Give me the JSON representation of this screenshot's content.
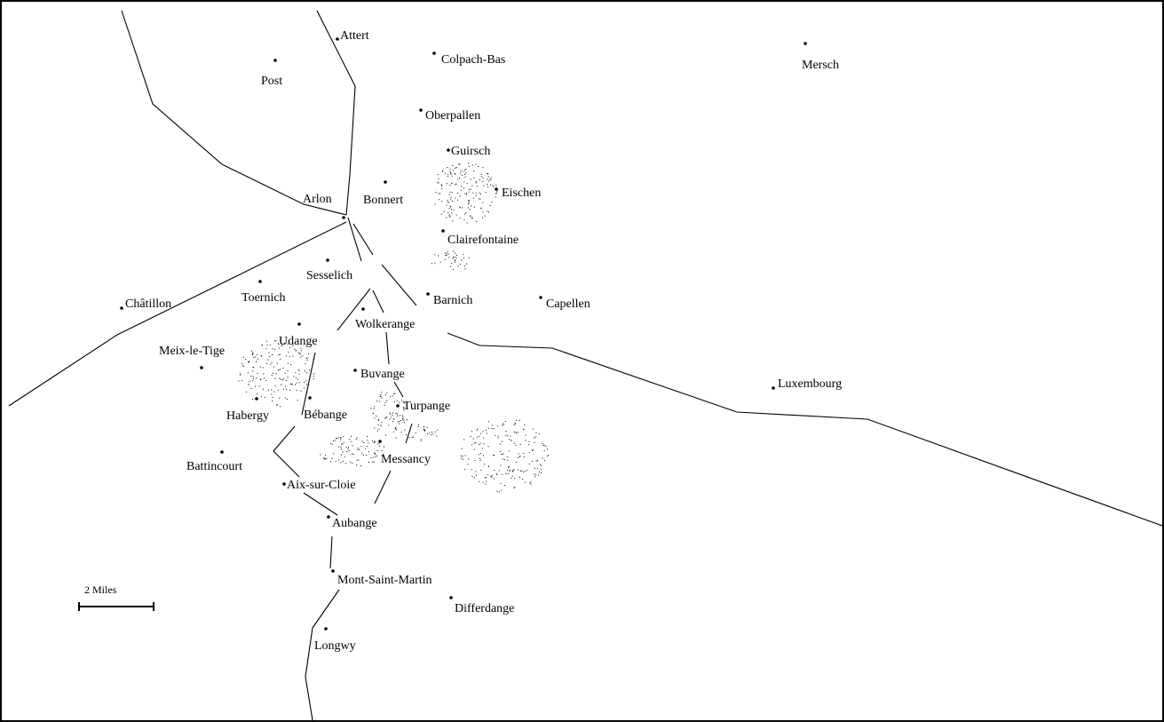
{
  "map": {
    "ink_color": "#000000",
    "background_color": "#ffffff",
    "places": [
      "Attert",
      "Post",
      "Colpach-Bas",
      "Mersch",
      "Oberpallen",
      "Guirsch",
      "Arlon",
      "Bonnert",
      "Eischen",
      "Clairefontaine",
      "Sesselich",
      "Châtillon",
      "Toernich",
      "Barnich",
      "Capellen",
      "Udange",
      "Wolkerange",
      "Meix-le-Tige",
      "Buvange",
      "Luxembourg",
      "Habergy",
      "Bébange",
      "Turpange",
      "Battincourt",
      "Messancy",
      "Aix-sur-Cloie",
      "Aubange",
      "Mont-Saint-Martin",
      "Differdange",
      "Longwy"
    ],
    "scale_bar": {
      "label": "2 Miles",
      "distance_miles": 2
    }
  }
}
